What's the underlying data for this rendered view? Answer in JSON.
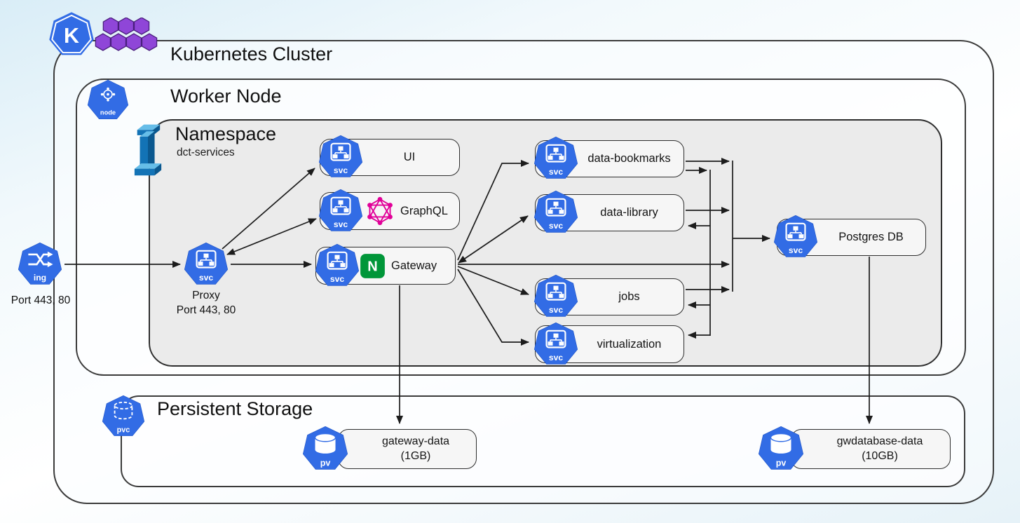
{
  "containers": {
    "cluster": {
      "label": "Kubernetes Cluster"
    },
    "worker": {
      "label": "Worker Node"
    },
    "namespace": {
      "label": "Namespace",
      "sublabel": "dct-services"
    },
    "storage": {
      "label": "Persistent Storage"
    }
  },
  "nodes": {
    "ingress": {
      "caption": "Port 443, 80"
    },
    "proxy": {
      "label": "Proxy",
      "caption": "Port 443, 80"
    },
    "ui": {
      "label": "UI"
    },
    "graphql": {
      "label": "GraphQL"
    },
    "gateway": {
      "label": "Gateway"
    },
    "data_bookmarks": {
      "label": "data-bookmarks"
    },
    "data_library": {
      "label": "data-library"
    },
    "jobs": {
      "label": "jobs"
    },
    "virtualization": {
      "label": "virtualization"
    },
    "postgres": {
      "label": "Postgres DB"
    },
    "gateway_data": {
      "label": "gateway-data",
      "size": "(1GB)"
    },
    "gwdatabase_data": {
      "label": "gwdatabase-data",
      "size": "(10GB)"
    }
  },
  "icon_badges": {
    "svc": "svc",
    "ing": "ing",
    "pv": "pv",
    "pvc": "pvc",
    "node": "node",
    "k8s": "K",
    "nginx": "N"
  },
  "colors": {
    "k8s_blue": "#326ce5",
    "nginx_green": "#009639",
    "graphql_pink": "#e10098",
    "hex_purple": "#8f46d8",
    "namespace_gray": "#ebebeb",
    "arrow": "#1c1c1c"
  }
}
